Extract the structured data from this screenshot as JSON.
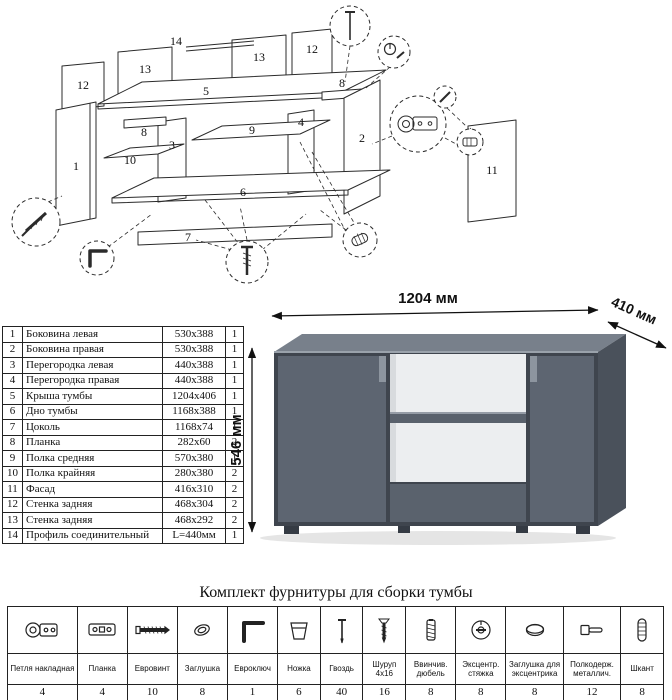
{
  "diagram": {
    "labels": [
      "14",
      "13",
      "12",
      "5",
      "12",
      "13",
      "8",
      "9",
      "3",
      "8",
      "10",
      "1",
      "2",
      "4",
      "6",
      "7",
      "11"
    ]
  },
  "render": {
    "dim_width": "1204 мм",
    "dim_depth": "410 мм",
    "dim_height": "546 мм"
  },
  "colors": {
    "cabinet": "#5d6571",
    "cabinet_side": "#4a515b",
    "cabinet_top": "#78808b",
    "interior": "#eceef0",
    "line": "#222222"
  },
  "parts_table": {
    "rows": [
      {
        "num": "1",
        "name": "Боковина левая",
        "size": "530x388",
        "qty": "1"
      },
      {
        "num": "2",
        "name": "Боковина правая",
        "size": "530x388",
        "qty": "1"
      },
      {
        "num": "3",
        "name": "Перегородка левая",
        "size": "440x388",
        "qty": "1"
      },
      {
        "num": "4",
        "name": "Перегородка правая",
        "size": "440x388",
        "qty": "1"
      },
      {
        "num": "5",
        "name": "Крыша тумбы",
        "size": "1204x406",
        "qty": "1"
      },
      {
        "num": "6",
        "name": "Дно тумбы",
        "size": "1168x388",
        "qty": "1"
      },
      {
        "num": "7",
        "name": "Цоколь",
        "size": "1168x74",
        "qty": "1"
      },
      {
        "num": "8",
        "name": "Планка",
        "size": "282x60",
        "qty": "2"
      },
      {
        "num": "9",
        "name": "Полка средняя",
        "size": "570x380",
        "qty": "1"
      },
      {
        "num": "10",
        "name": "Полка крайняя",
        "size": "280x380",
        "qty": "2"
      },
      {
        "num": "11",
        "name": "Фасад",
        "size": "416x310",
        "qty": "2"
      },
      {
        "num": "12",
        "name": "Стенка задняя",
        "size": "468x304",
        "qty": "2"
      },
      {
        "num": "13",
        "name": "Стенка задняя",
        "size": "468x292",
        "qty": "2"
      },
      {
        "num": "14",
        "name": "Профиль соединительный",
        "size": "L=440мм",
        "qty": "1"
      }
    ]
  },
  "hardware": {
    "title": "Комплект фурнитуры для сборки тумбы",
    "items": [
      {
        "name": "Петля накладная",
        "qty": "4"
      },
      {
        "name": "Планка",
        "qty": "4"
      },
      {
        "name": "Евровинт",
        "qty": "10"
      },
      {
        "name": "Заглушка",
        "qty": "8"
      },
      {
        "name": "Евроключ",
        "qty": "1"
      },
      {
        "name": "Ножка",
        "qty": "6"
      },
      {
        "name": "Гвоздь",
        "qty": "40"
      },
      {
        "name": "Шуруп 4x16",
        "qty": "16"
      },
      {
        "name": "Ввинчив. дюбель",
        "qty": "8"
      },
      {
        "name": "Эксцентр. стяжка",
        "qty": "8"
      },
      {
        "name": "Заглушка для эксцентрика",
        "qty": "8"
      },
      {
        "name": "Полкодерж. металлич.",
        "qty": "12"
      },
      {
        "name": "Шкант",
        "qty": "8"
      }
    ]
  }
}
